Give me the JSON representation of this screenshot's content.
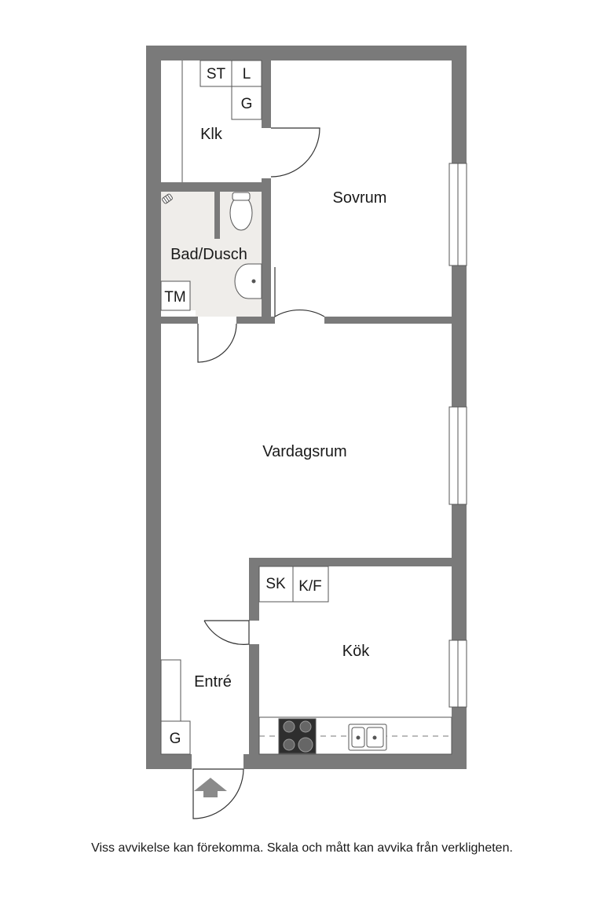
{
  "rooms": {
    "klk": "Klk",
    "sovrum": "Sovrum",
    "bad": "Bad/Dusch",
    "vardagsrum": "Vardagsrum",
    "kok": "Kök",
    "entre": "Entré"
  },
  "fixtures": {
    "st": "ST",
    "l": "L",
    "g_closet": "G",
    "tm": "TM",
    "sk": "SK",
    "kf": "K/F",
    "g_entre": "G"
  },
  "disclaimer": "Viss avvikelse kan förekomma. Skala och mått kan avvika från verkligheten.",
  "colors": {
    "wall": "#7a7a7a",
    "wet_room": "#efedea",
    "line": "#333333"
  }
}
